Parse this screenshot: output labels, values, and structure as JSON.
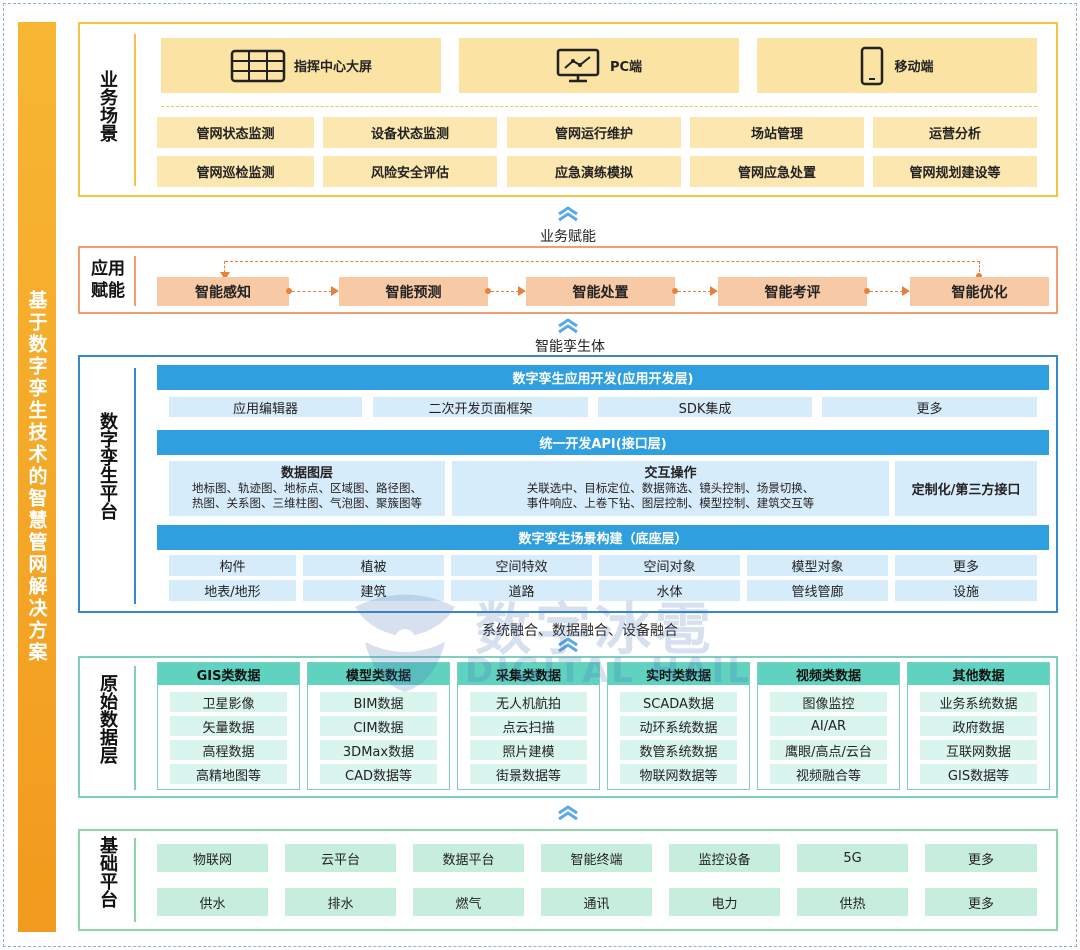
{
  "side_title": "基于数字孪生技术的智慧管网解决方案",
  "business": {
    "label": "业务场景",
    "terminals": [
      {
        "label": "指挥中心大屏",
        "icon": "video-wall-icon"
      },
      {
        "label": "PC端",
        "icon": "monitor-chart-icon"
      },
      {
        "label": "移动端",
        "icon": "mobile-phone-icon"
      }
    ],
    "scenarios_row1": [
      "管网状态监测",
      "设备状态监测",
      "管网运行维护",
      "场站管理",
      "运营分析"
    ],
    "scenarios_row2": [
      "管网巡检监测",
      "风险安全评估",
      "应急演练模拟",
      "管网应急处置",
      "管网规划建设等"
    ]
  },
  "connector1": "业务赋能",
  "application": {
    "label": "应用赋能",
    "steps": [
      "智能感知",
      "智能预测",
      "智能处置",
      "智能考评",
      "智能优化"
    ]
  },
  "connector2": "智能孪生体",
  "platform": {
    "label": "数字孪生平台",
    "app_dev": {
      "title": "数字孪生应用开发(应用开发层)",
      "items": [
        "应用编辑器",
        "二次开发页面框架",
        "SDK集成",
        "更多"
      ]
    },
    "api": {
      "title": "统一开发API(接口层)",
      "data_layer_title": "数据图层",
      "data_layer_text1": "地标图、轨迹图、地标点、区域图、路径图、",
      "data_layer_text2": "热图、关系图、三维柱图、气泡图、聚簇图等",
      "interaction_title": "交互操作",
      "interaction_text1": "关联选中、目标定位、数据筛选、镜头控制、场景切换、",
      "interaction_text2": "事件响应、上卷下钻、图层控制、模型控制、建筑交互等",
      "custom": "定制化/第三方接口"
    },
    "scene": {
      "title": "数字孪生场景构建（底座层）",
      "row1": [
        "构件",
        "植被",
        "空间特效",
        "空间对象",
        "模型对象",
        "更多"
      ],
      "row2": [
        "地表/地形",
        "建筑",
        "道路",
        "水体",
        "管线管廊",
        "设施"
      ]
    }
  },
  "connector3": "系统融合、数据融合、设备融合",
  "raw_data": {
    "label": "原始数据层",
    "columns": [
      {
        "title": "GIS类数据",
        "items": [
          "卫星影像",
          "矢量数据",
          "高程数据",
          "高精地图等"
        ]
      },
      {
        "title": "模型类数据",
        "items": [
          "BIM数据",
          "CIM数据",
          "3DMax数据",
          "CAD数据等"
        ]
      },
      {
        "title": "采集类数据",
        "items": [
          "无人机航拍",
          "点云扫描",
          "照片建模",
          "街景数据等"
        ]
      },
      {
        "title": "实时类数据",
        "items": [
          "SCADA数据",
          "动环系统数据",
          "数管系统数据",
          "物联网数据等"
        ]
      },
      {
        "title": "视频类数据",
        "items": [
          "图像监控",
          "AI/AR",
          "鹰眼/高点/云台",
          "视频融合等"
        ]
      },
      {
        "title": "其他数据",
        "items": [
          "业务系统数据",
          "政府数据",
          "互联网数据",
          "GIS数据等"
        ]
      }
    ]
  },
  "base": {
    "label": "基础平台",
    "row1": [
      "物联网",
      "云平台",
      "数据平台",
      "智能终端",
      "监控设备",
      "5G",
      "更多"
    ],
    "row2": [
      "供水",
      "排水",
      "燃气",
      "通讯",
      "电力",
      "供热",
      "更多"
    ]
  },
  "watermark": {
    "cn": "数字冰雹",
    "en": "DIGITAL HAIL"
  },
  "colors": {
    "side_title": "#f29a1d",
    "business_border": "#f5c24a",
    "application_border": "#f0a070",
    "platform_border": "#3a86c8",
    "raw_border": "#7fcfc0",
    "base_border": "#8fd4a8",
    "chevron": "#5aa9e0"
  }
}
